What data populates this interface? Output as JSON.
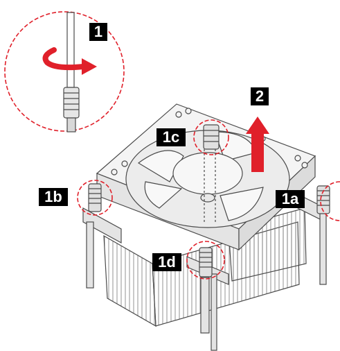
{
  "labels": {
    "step_1": "1",
    "step_2": "2",
    "screw_1a": "1a",
    "screw_1b": "1b",
    "screw_1c": "1c",
    "screw_1d": "1d"
  },
  "colors": {
    "callout_red": "#e0202a",
    "arrow_red": "#e0202a",
    "line_gray": "#4a4a4a",
    "fill_light": "#f4f4f4",
    "fill_mid": "#e4e4e4"
  },
  "icons": {
    "rotate": "clockwise-rotation-arrow-icon",
    "lift": "up-arrow-icon"
  }
}
